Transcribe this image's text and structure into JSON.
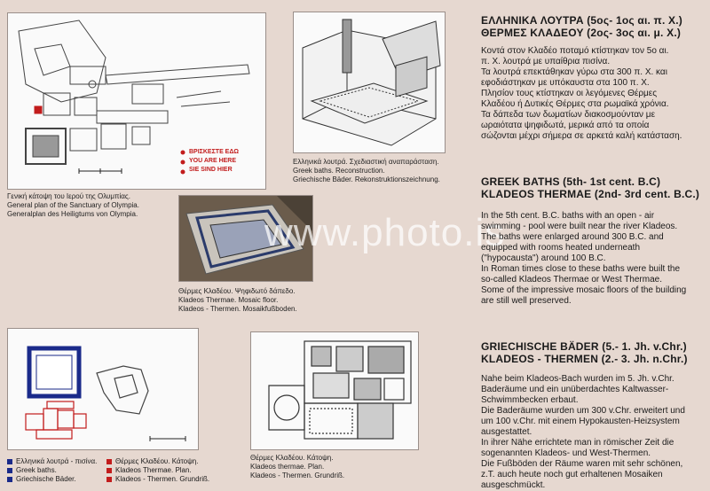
{
  "greek": {
    "title1": "ΕΛΛΗΝΙΚΑ ΛΟΥΤΡΑ (5ος- 1ος αι. π. Χ.)",
    "title2": "ΘΕΡΜΕΣ ΚΛΑΔΕΟΥ (2ος- 3ος αι. μ. Χ.)",
    "lines": [
      "Κοντά στον Κλαδέο ποταμό κτίστηκαν τον 5ο αι.",
      "π. Χ. λουτρά με υπαίθρια πισίνα.",
      "Τα λουτρά επεκτάθηκαν γύρω στα 300 π. Χ. και",
      "εφοδιάστηκαν με υπόκαυστα στα 100 π. Χ.",
      "Πλησίον τους κτίστηκαν οι λεγόμενες Θέρμες",
      "Κλαδέου ή Δυτικές Θέρμες στα ρωμαϊκά χρόνια.",
      "Τα δάπεδα των δωματίων διακοσμούνταν με",
      "ωραιότατα ψηφιδωτά, μερικά από τα οποία",
      "σώζονται μέχρι σήμερα σε αρκετά καλή κατάσταση."
    ]
  },
  "english": {
    "title1": "GREEK BATHS (5th- 1st cent. B.C)",
    "title2": "KLADEOS THERMAE (2nd- 3rd cent. B.C.)",
    "lines": [
      "In the 5th cent. B.C. baths with an open - air",
      "swimming - pool were built near the river Kladeos.",
      "The baths were enlarged around 300 B.C. and",
      "equipped with rooms heated underneath",
      "(\"hypocausta\") around 100 B.C.",
      "In Roman times close to these baths were built the",
      "so-called Kladeos Thermae or West Thermae.",
      "Some of the impressive mosaic floors of the building",
      "are still well preserved."
    ]
  },
  "german": {
    "title1": "GRIECHISCHE BÄDER (5.- 1. Jh. v.Chr.)",
    "title2": "KLADEOS - THERMEN (2.- 3. Jh. n.Chr.)",
    "lines": [
      "Nahe beim Kladeos-Bach wurden im 5. Jh. v.Chr.",
      "Baderäume und ein unüberdachtes Kaltwasser-",
      "Schwimmbecken erbaut.",
      "Die Baderäume wurden um 300 v.Chr. erweitert und",
      "um 100 v.Chr. mit einem Hypokausten-Heizsystem",
      "ausgestattet.",
      "In ihrer Nähe errichtete man in römischer Zeit die",
      "sogenannten Kladeos- und West-Thermen.",
      "Die Fußböden der Räume waren mit sehr schönen,",
      "z.T. auch heute noch gut erhaltenen Mosaiken",
      "ausgeschmückt."
    ]
  },
  "map_legend": [
    "ΒΡΙΣΚΕΣΤΕ ΕΔΩ",
    "YOU ARE HERE",
    "SIE SIND HIER"
  ],
  "captions": {
    "plan": [
      "Γενική κάτοψη του Ιερού της Ολυμπίας.",
      "General plan of the Sanctuary of Olympia.",
      "Generalplan des Heiligtums von Olympia."
    ],
    "reconstruction": [
      "Ελληνικά λουτρά. Σχεδιαστική αναπαράσταση.",
      "Greek baths. Reconstruction.",
      "Griechische Bäder. Rekonstruktionszeichnung."
    ],
    "mosaic": [
      "Θέρμες Κλαδέου. Ψηφιδωτό δάπεδο.",
      "Kladeos Thermae. Mosaic floor.",
      "Kladeos - Thermen. Mosaikfußboden."
    ],
    "thermae_plan": [
      "Θέρμες Κλαδέου. Κάτοψη.",
      "Kladeos thermae. Plan.",
      "Kladeos - Thermen. Grundriß."
    ]
  },
  "bottom_legend": {
    "col1": [
      "Ελληνικά λουτρά - πισίνα.",
      "Greek baths.",
      "Griechische Bäder."
    ],
    "col2": [
      "Θέρμες Κλαδέου. Κάτοψη.",
      "Kladeos Thermae. Plan.",
      "Kladeos - Thermen. Grundriß."
    ]
  },
  "watermark": "www.photo.is",
  "colors": {
    "background": "#e6d8d0",
    "red": "#c21c1c",
    "blue": "#1a2a8a"
  }
}
